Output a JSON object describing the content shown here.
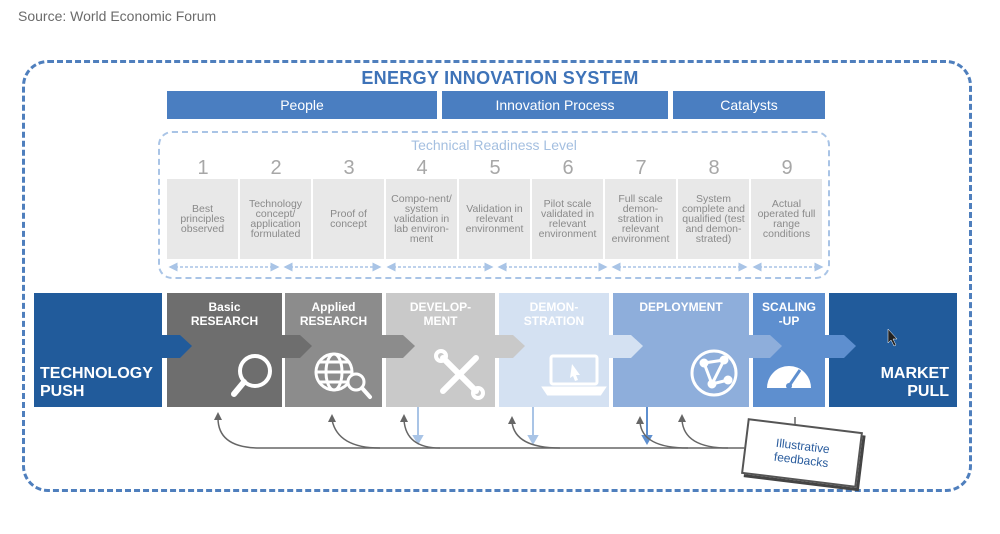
{
  "source": "Source: World Economic Forum",
  "title": "ENERGY INNOVATION SYSTEM",
  "top_bars": [
    "People",
    "Innovation Process",
    "Catalysts"
  ],
  "trl": {
    "title": "Technical Readiness Level",
    "levels": [
      {
        "num": "1",
        "text": "Best principles observed"
      },
      {
        "num": "2",
        "text": "Technology concept/ application formulated"
      },
      {
        "num": "3",
        "text": "Proof of concept"
      },
      {
        "num": "4",
        "text": "Compo-nent/ system validation in lab environ-ment"
      },
      {
        "num": "5",
        "text": "Validation in relevant environment"
      },
      {
        "num": "6",
        "text": "Pilot scale validated in relevant environment"
      },
      {
        "num": "7",
        "text": "Full scale demon-stration in relevant environment"
      },
      {
        "num": "8",
        "text": "System complete and qualified (test and demon-strated)"
      },
      {
        "num": "9",
        "text": "Actual operated full range conditions"
      }
    ]
  },
  "left_label": "TECHNOLOGY PUSH",
  "right_label": "MARKET PULL",
  "stages": [
    {
      "line1": "Basic",
      "line2": "RESEARCH",
      "icon": "magnifier-icon",
      "color": "#6e6e6e"
    },
    {
      "line1": "Applied",
      "line2": "RESEARCH",
      "icon": "globe-search-icon",
      "color": "#8c8c8c"
    },
    {
      "line1": "DEVELOP-",
      "line2": "MENT",
      "icon": "tools-icon",
      "color": "#c9c9c9"
    },
    {
      "line1": "DEMON-",
      "line2": "STRATION",
      "icon": "laptop-icon",
      "color": "#d4e1f2"
    },
    {
      "line1": "DEPLOYMENT",
      "line2": "",
      "icon": "network-globe-icon",
      "color": "#8eaedb"
    },
    {
      "line1": "SCALING",
      "line2": "-UP",
      "icon": "gauge-icon",
      "color": "#5e8fcf"
    }
  ],
  "feedback_note": "Illustrative feedbacks",
  "colors": {
    "dark_blue": "#215b9b",
    "bar_blue": "#4a7ec1",
    "frame_blue": "#4f7fbd"
  }
}
